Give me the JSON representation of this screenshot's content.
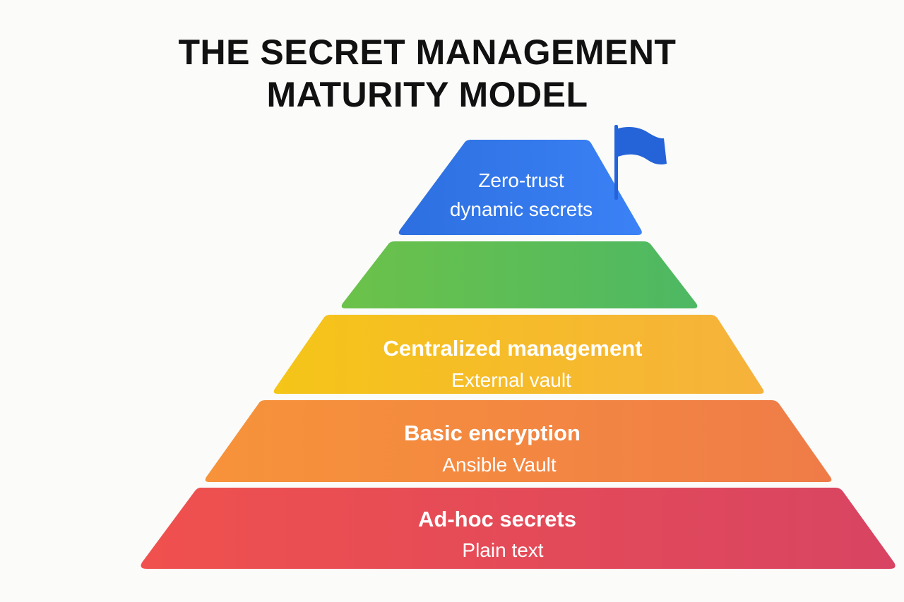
{
  "title": {
    "line1": "THE SECRET MANAGEMENT",
    "line2": "MATURITY MODEL"
  },
  "levels": [
    {
      "title": "Zero-trust",
      "subtitle": "dynamic secrets",
      "color_start": "#2d6fe0",
      "color_end": "#3b82f6"
    },
    {
      "title": "",
      "subtitle": "",
      "color_start": "#6cc24a",
      "color_end": "#4db863"
    },
    {
      "title": "Centralized management",
      "subtitle": "External vault",
      "color_start": "#f5c518",
      "color_end": "#f6b23c"
    },
    {
      "title": "Basic encryption",
      "subtitle": "Ansible Vault",
      "color_start": "#f7933a",
      "color_end": "#ef7c48"
    },
    {
      "title": "Ad-hoc secrets",
      "subtitle": "Plain text",
      "color_start": "#f0514e",
      "color_end": "#d84462"
    }
  ],
  "flag": {
    "icon": "flag-icon",
    "color": "#2563d9"
  }
}
